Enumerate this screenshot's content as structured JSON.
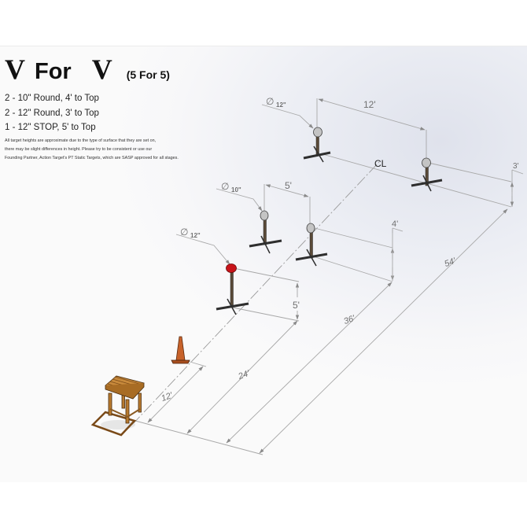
{
  "title": {
    "left": "V",
    "middle": "For",
    "right": "V",
    "subtitle": "(5 For 5)"
  },
  "specs": [
    "2 - 10\" Round, 4' to Top",
    "2 - 12\" Round, 3' to Top",
    "1 - 12\" STOP, 5' to Top"
  ],
  "note": [
    "All target heights are approximate due to the type of surface that they are set on,",
    "there may be slight differences in height. Please try to be consistent or use our",
    "Founding Partner, Action Target's PT Static Targets, which are SASP approved for all stages."
  ],
  "drawing": {
    "centerline_label": "CL",
    "colors": {
      "stop_plate": "#c8141a",
      "steel_plate": "#c4c4c4",
      "stand_post": "#5a4a38",
      "stand_base": "#2e2e2e",
      "cone": "#c7622a",
      "shooting_box_wood": "#b87a2e",
      "dimension_line": "#a8a8a8"
    },
    "targets": [
      {
        "id": "stop",
        "type": "12\" STOP",
        "diameter_label": "12\"",
        "height_label": "5'",
        "distance_label": "24'"
      },
      {
        "id": "round10-left",
        "type": "10\" Round",
        "diameter_label": "10\"",
        "spacing_label": "5'"
      },
      {
        "id": "round10-right",
        "type": "10\" Round",
        "height_label": "4'",
        "distance_label": "36'"
      },
      {
        "id": "round12-left",
        "type": "12\" Round",
        "diameter_label": "12\"",
        "spacing_label": "12'"
      },
      {
        "id": "round12-right",
        "type": "12\" Round",
        "height_label": "3'",
        "distance_label": "54'"
      }
    ],
    "cone": {
      "distance_label": "12'"
    },
    "dimensions": {
      "cone_distance": "12'",
      "stop_distance": "24'",
      "round10_distance": "36'",
      "round12_distance": "54'",
      "stop_height": "5'",
      "round10_height": "4'",
      "round12_height": "3'",
      "round10_spacing": "5'",
      "round12_spacing": "12'",
      "stop_diameter": "12\"",
      "round10_diameter": "10\"",
      "round12_diameter": "12\"",
      "diameter_symbol": "∅"
    }
  }
}
